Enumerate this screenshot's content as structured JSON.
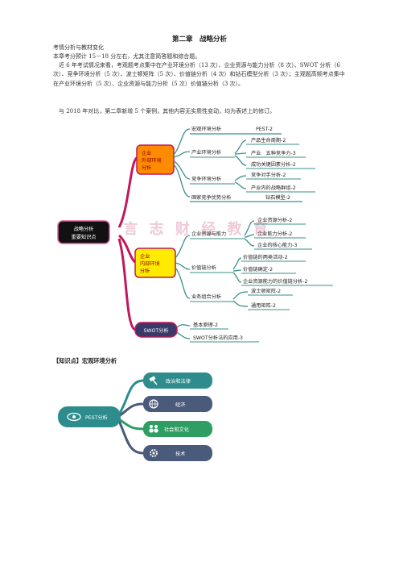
{
  "chapter_title": "第二章　战略分析",
  "paragraphs": {
    "p1": "考情分析与教材变化",
    "p2": "本章考分预计 15－18 分左右，尤其注意简答题和综合题。",
    "p3": "近 6 年考试情况来看，考观题考点集中在产业环境分析（13 次）、企业资源与能力分析（8 次）、SWOT 分析（6 次）、竞争环境分析（5 次）、波士顿矩阵（5 次）、价值链分析（4 次）和钻石模型分析（3 次）；主观题高频考点集中在产业环境分析（5 次）、企业资源与能力分析（5 次）价值链分析（3 次）。",
    "p4": "与 2018 年对比，第二章新增 5 个案例，其他内容无实质性变动，均为表述上的修订。"
  },
  "mindmap": {
    "root": [
      "战略分析",
      "重要知识点"
    ],
    "external": {
      "label": [
        "企业",
        "外部环境",
        "分析"
      ],
      "children": [
        {
          "label": "宏观环境分析",
          "items": [
            "PEST-2"
          ]
        },
        {
          "label": "产业环境分析",
          "items": [
            "产品生命周期-2",
            "产业　五种竞争力-3",
            "成功关键因素分析-2"
          ]
        },
        {
          "label": "竞争环境分析",
          "items": [
            "竞争对手分析-2",
            "产业内的战略群组-2"
          ]
        },
        {
          "label": "国家竞争优势分析",
          "items": [
            "钻石模型-2"
          ]
        }
      ]
    },
    "internal": {
      "label": [
        "企业",
        "内部环境",
        "分析"
      ],
      "children": [
        {
          "label": "企业资源与能力",
          "items": [
            "企业资源分析-2",
            "企业能力分析-2",
            "企业的核心能力-3"
          ]
        },
        {
          "label": "价值链分析",
          "items": [
            "价值链的两类活动-2",
            "价值链确定-2",
            "企业资源能力的价值链分析-2"
          ]
        },
        {
          "label": "业务组合分析",
          "items": [
            "波士顿矩阵-2",
            "通用矩阵-2"
          ]
        }
      ]
    },
    "swot": {
      "label": "SWOT分析",
      "items": [
        "基本原理-2",
        "SWOT分析法的应用-3"
      ]
    },
    "watermark": "言 志 财 经 教 育"
  },
  "knowledge_point": "【知识点】宏观环境分析",
  "pest": {
    "center": "PEST分析",
    "items": [
      "政治和法律",
      "经济",
      "社会和文化",
      "技术"
    ]
  },
  "colors": {
    "magenta": "#c2185b",
    "teal": "#3b8f8a",
    "ext_fill": "#ff8c00",
    "int_fill": "#ffeb00",
    "root_fill": "#111111",
    "pest_teal": "#2e8c8c",
    "pest_slate": "#4a5a7a",
    "pest_green": "#2f9e62"
  }
}
